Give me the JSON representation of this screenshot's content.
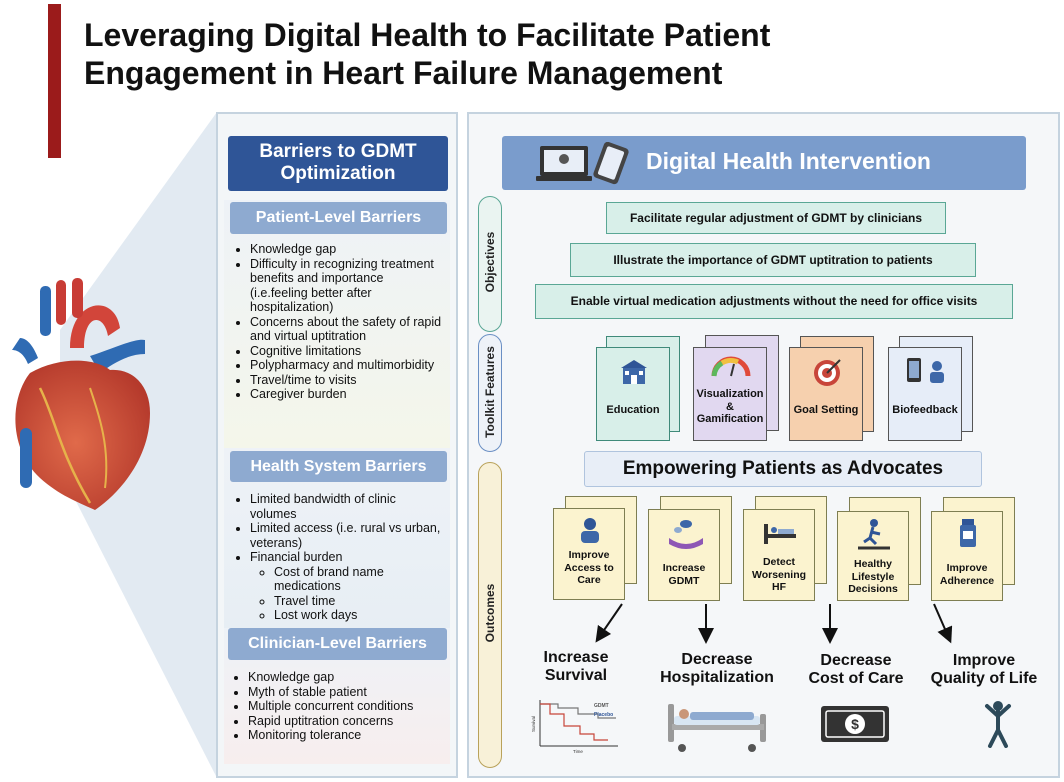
{
  "title": {
    "line1": "Leveraging Digital Health to Facilitate Patient",
    "line2": "Engagement in Heart Failure Management"
  },
  "barriers": {
    "heading_line1": "Barriers to GDMT",
    "heading_line2": "Optimization",
    "patient": {
      "title": "Patient-Level Barriers",
      "items": [
        "Knowledge gap",
        "Difficulty in recognizing treatment benefits and importance (i.e.feeling better after hospitalization)",
        "Concerns about the safety of rapid and virtual uptitration",
        "Cognitive limitations",
        "Polypharmacy and multimorbidity",
        "Travel/time to visits",
        "Caregiver burden"
      ]
    },
    "health_system": {
      "title": "Health System Barriers",
      "items": [
        "Limited bandwidth of clinic volumes",
        "Limited access (i.e. rural vs urban, veterans)",
        "Financial burden"
      ],
      "subitems": [
        "Cost of brand name medications",
        "Travel time",
        "Lost work days"
      ]
    },
    "clinician": {
      "title": "Clinician-Level Barriers",
      "items": [
        "Knowledge gap",
        "Myth of stable patient",
        "Multiple concurrent conditions",
        "Rapid uptitration concerns",
        "Monitoring tolerance"
      ]
    }
  },
  "intervention": {
    "title": "Digital Health Intervention",
    "sections": {
      "objectives": "Objectives",
      "toolkit": "Toolkit Features",
      "outcomes": "Outcomes"
    },
    "objectives": [
      "Facilitate regular adjustment of GDMT by clinicians",
      "Illustrate the importance of GDMT uptitration to patients",
      "Enable virtual medication adjustments without the need for office visits"
    ],
    "features": [
      {
        "label": "Education",
        "icon": "school-icon"
      },
      {
        "label": "Visualization & Gamification",
        "icon": "gauge-icon"
      },
      {
        "label": "Goal Setting",
        "icon": "target-icon"
      },
      {
        "label": "Biofeedback",
        "icon": "phone-person-icon"
      }
    ],
    "empowering": "Empowering Patients as Advocates",
    "outcome_cards": [
      {
        "label": "Improve Access to Care",
        "icon": "nurse-icon"
      },
      {
        "label": "Increase GDMT",
        "icon": "pills-hand-icon"
      },
      {
        "label": "Detect Worsening HF",
        "icon": "hospital-bed-icon"
      },
      {
        "label": "Healthy Lifestyle Decisions",
        "icon": "treadmill-icon"
      },
      {
        "label": "Improve Adherence",
        "icon": "pill-bottle-icon"
      }
    ],
    "results": [
      {
        "line1": "Increase",
        "line2": "Survival"
      },
      {
        "line1": "Decrease",
        "line2": "Hospitalization"
      },
      {
        "line1": "Decrease",
        "line2": "Cost of Care"
      },
      {
        "line1": "Improve",
        "line2": "Quality of Life"
      }
    ],
    "survival_chart": {
      "legend_gdmt": "GDMT",
      "legend_placebo": "Placebo",
      "ylabel": "Survival",
      "xlabel": "Time"
    }
  },
  "colors": {
    "accent_red": "#9b1b1b",
    "header_blue": "#2f5597",
    "sub_blue": "#8eaad0",
    "dhi_blue": "#7a9ccc",
    "objective_green": "#d8efe9"
  }
}
